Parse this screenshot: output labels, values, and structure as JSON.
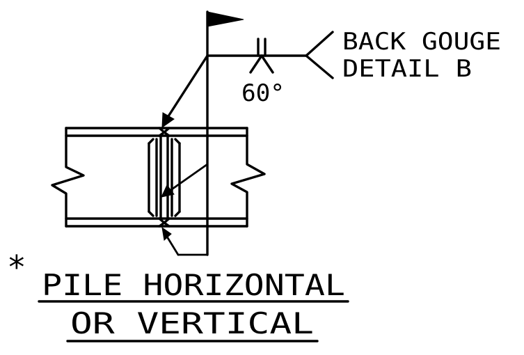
{
  "weld_symbol": {
    "note_line1": "BACK GOUGE",
    "note_line2": "DETAIL B",
    "groove_angle": "60°"
  },
  "caption": {
    "asterisk": "*",
    "line1": "PILE HORIZONTAL",
    "line2": "OR VERTICAL"
  },
  "colors": {
    "ink": "#000000",
    "background": "#ffffff"
  }
}
